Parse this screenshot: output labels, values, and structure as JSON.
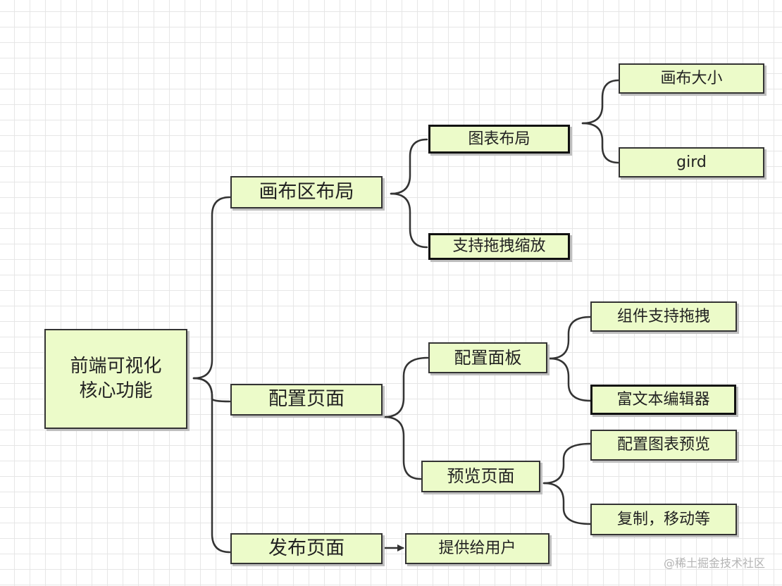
{
  "colors": {
    "node_fill": "#ecfbc9",
    "node_border": "#333333",
    "connector": "#333333",
    "watermark": "#b4b4b4"
  },
  "root": {
    "line1": "前端可视化",
    "line2": "核心功能"
  },
  "nodes": {
    "canvas_layout": "画布区布局",
    "config_page": "配置页面",
    "publish_page": "发布页面",
    "chart_layout": "图表布局",
    "drag_zoom": "支持拖拽缩放",
    "config_panel": "配置面板",
    "preview_page": "预览页面",
    "provide_users": "提供给用户",
    "canvas_size": "画布大小",
    "gird": "gird",
    "component_drag": "组件支持拖拽",
    "rich_text_editor": "富文本编辑器",
    "config_chart_preview": "配置图表预览",
    "copy_move": "复制，移动等"
  },
  "watermark": "@稀土掘金技术社区"
}
